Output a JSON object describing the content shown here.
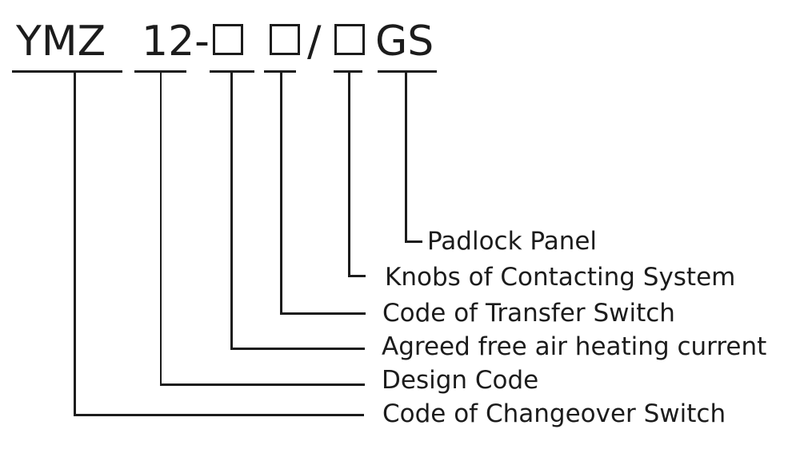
{
  "model": {
    "full_code": "YMZ 12-□ □/□GS",
    "prefix": "YMZ",
    "design_number": "12-",
    "separator_slash": "/",
    "suffix": "GS",
    "placeholder_symbol": "□"
  },
  "labels": [
    {
      "name": "padlock-panel",
      "text": "Padlock Panel"
    },
    {
      "name": "knobs-of-contacting-system",
      "text": "Knobs of Contacting System"
    },
    {
      "name": "code-of-transfer-switch",
      "text": "Code of Transfer Switch"
    },
    {
      "name": "agreed-free-air-heating-current",
      "text": "Agreed free air heating current"
    },
    {
      "name": "design-code",
      "text": "Design Code"
    },
    {
      "name": "code-of-changeover-switch",
      "text": "Code of Changeover Switch"
    }
  ],
  "colors": {
    "ink": "#1c1c1c",
    "background": "#ffffff"
  }
}
